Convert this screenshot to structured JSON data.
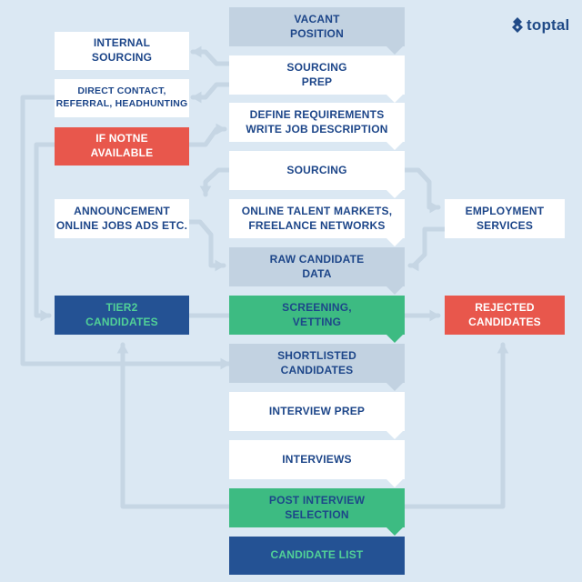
{
  "brand": {
    "name": "toptal",
    "logo_icon": "toptal-logo-icon"
  },
  "colors": {
    "background": "#dbe8f3",
    "connector": "#c6d6e4",
    "text": "#1d4689",
    "white": "#ffffff",
    "grey": "#c2d2e1",
    "green": "#3dbb82",
    "navy": "#245294",
    "navy_text": "#51d197",
    "red": "#e8574c"
  },
  "main_flow": {
    "vacant_position": "VACANT\nPOSITION",
    "sourcing_prep": "SOURCING\nPREP",
    "define_requirements": "DEFINE REQUIREMENTS\nWRITE JOB DESCRIPTION",
    "sourcing": "SOURCING",
    "online_talent_markets": "ONLINE TALENT MARKETS,\nFREELANCE NETWORKS",
    "raw_candidate_data": "RAW CANDIDATE\nDATA",
    "screening_vetting": "SCREENING,\nVETTING",
    "shortlisted_candidates": "SHORTLISTED\nCANDIDATES",
    "interview_prep": "INTERVIEW PREP",
    "interviews": "INTERVIEWS",
    "post_interview_selection": "POST INTERVIEW\nSELECTION",
    "candidate_list": "CANDIDATE LIST"
  },
  "side_nodes": {
    "internal_sourcing": "INTERNAL\nSOURCING",
    "direct_contact": "DIRECT CONTACT,\nREFERRAL, HEADHUNTING",
    "if_not_available": "IF NOTNE\nAVAILABLE",
    "announcement": "ANNOUNCEMENT\nONLINE JOBS ADS ETC.",
    "employment_services": "EMPLOYMENT\nSERVICES",
    "tier2_candidates": "TIER2\nCANDIDATES",
    "rejected_candidates": "REJECTED\nCANDIDATES"
  }
}
